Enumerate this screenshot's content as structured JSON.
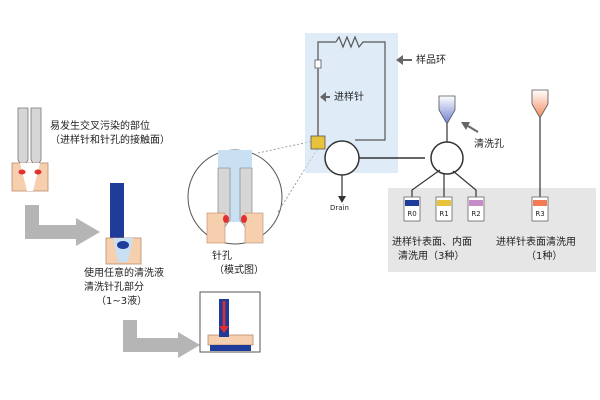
{
  "labels": {
    "cross_contamination": "易发生交叉污染的部位",
    "cross_contamination_sub": "（进样针和针孔的接触面）",
    "wash_any": "使用任意的清洗液",
    "wash_port_part": "清洗针孔部分",
    "wash_count": "（1~3液）",
    "needle_hole": "针孔",
    "schematic": "（模式图）",
    "sample_loop": "样品环",
    "needle": "进样针",
    "drain": "Drain",
    "wash_port": "清洗孔",
    "inner_outer": "进样针表面、内面",
    "inner_outer_use": "清洗用（3种）",
    "surface_only": "进样针表面清洗用",
    "surface_count": "（1种）"
  },
  "bottles": [
    {
      "label": "R0",
      "color": "#1f3c9a"
    },
    {
      "label": "R1",
      "color": "#e8c23a"
    },
    {
      "label": "R2",
      "color": "#c58cc8"
    },
    {
      "label": "R3",
      "color": "#f07b55"
    }
  ],
  "colors": {
    "needle_blue": "#1f3c9a",
    "light_blue": "#c9dff2",
    "port_orange": "#f6cfae",
    "contact_red": "#e23030",
    "arrow_gray": "#b5b5b5",
    "panel_gray": "#e6e6e6"
  }
}
